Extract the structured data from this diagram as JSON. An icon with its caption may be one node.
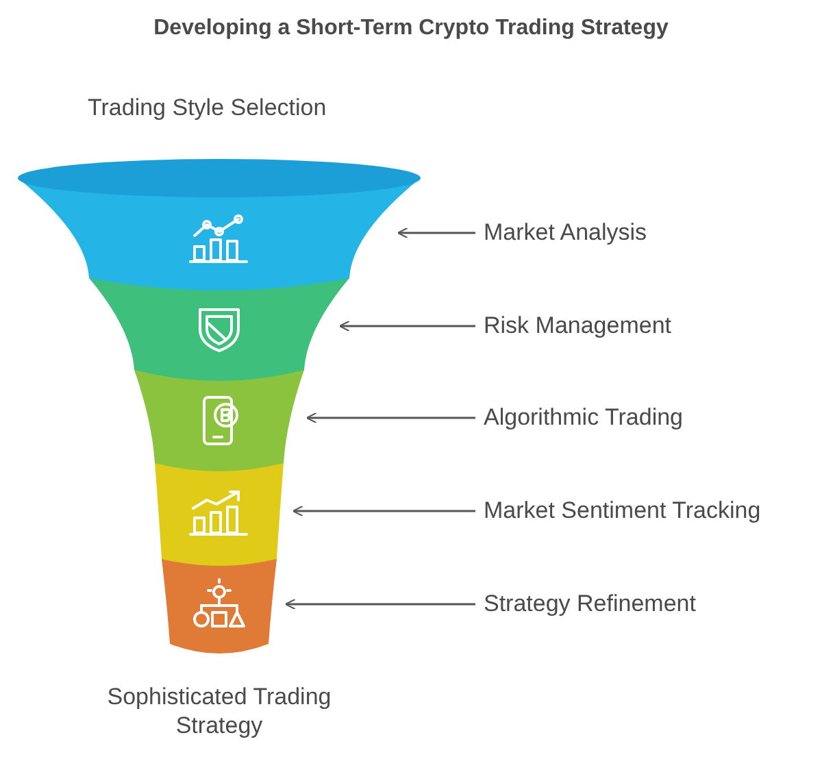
{
  "diagram": {
    "title": "Developing a Short-Term Crypto Trading Strategy",
    "nodes": [
      {
        "text": [],
        "shape": "band"
      },
      {
        "text": [],
        "shape": "band"
      },
      {
        "text": [],
        "shape": "band"
      },
      {
        "text": [],
        "shape": "band"
      },
      {
        "text": [],
        "shape": "band"
      },
      {
        "text": [
          "Market Analysis"
        ]
      },
      {
        "text": [
          "Risk Management"
        ]
      },
      {
        "text": [
          "Algorithmic Trading"
        ]
      },
      {
        "text": [
          "Market Sentiment Tracking"
        ]
      },
      {
        "text": [
          "Strategy Refinement"
        ]
      }
    ],
    "edges": [
      {
        "from": 5,
        "to": 0,
        "arrow": "to"
      },
      {
        "from": 6,
        "to": 1,
        "arrow": "to"
      },
      {
        "from": 7,
        "to": 2,
        "arrow": "to"
      },
      {
        "from": 8,
        "to": 3,
        "arrow": "to"
      },
      {
        "from": 9,
        "to": 4,
        "arrow": "to"
      }
    ],
    "labels": [
      "Trading Style Selection",
      "Sophisticated Trading Strategy"
    ]
  }
}
